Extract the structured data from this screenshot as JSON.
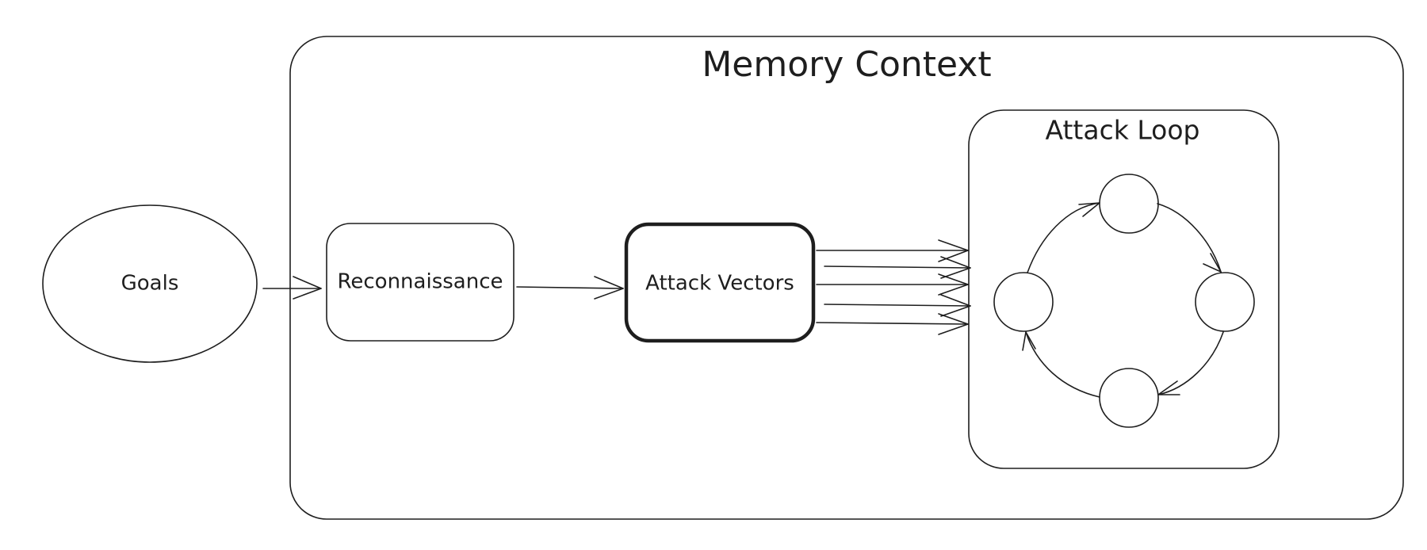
{
  "diagram": {
    "memory_context": {
      "title": "Memory Context"
    },
    "attack_loop": {
      "title": "Attack Loop"
    },
    "nodes": {
      "goals": "Goals",
      "reconnaissance": "Reconnaissance",
      "attack_vectors": "Attack Vectors"
    },
    "stroke_color": "#1e1e1e",
    "background_color": "#ffffff"
  }
}
